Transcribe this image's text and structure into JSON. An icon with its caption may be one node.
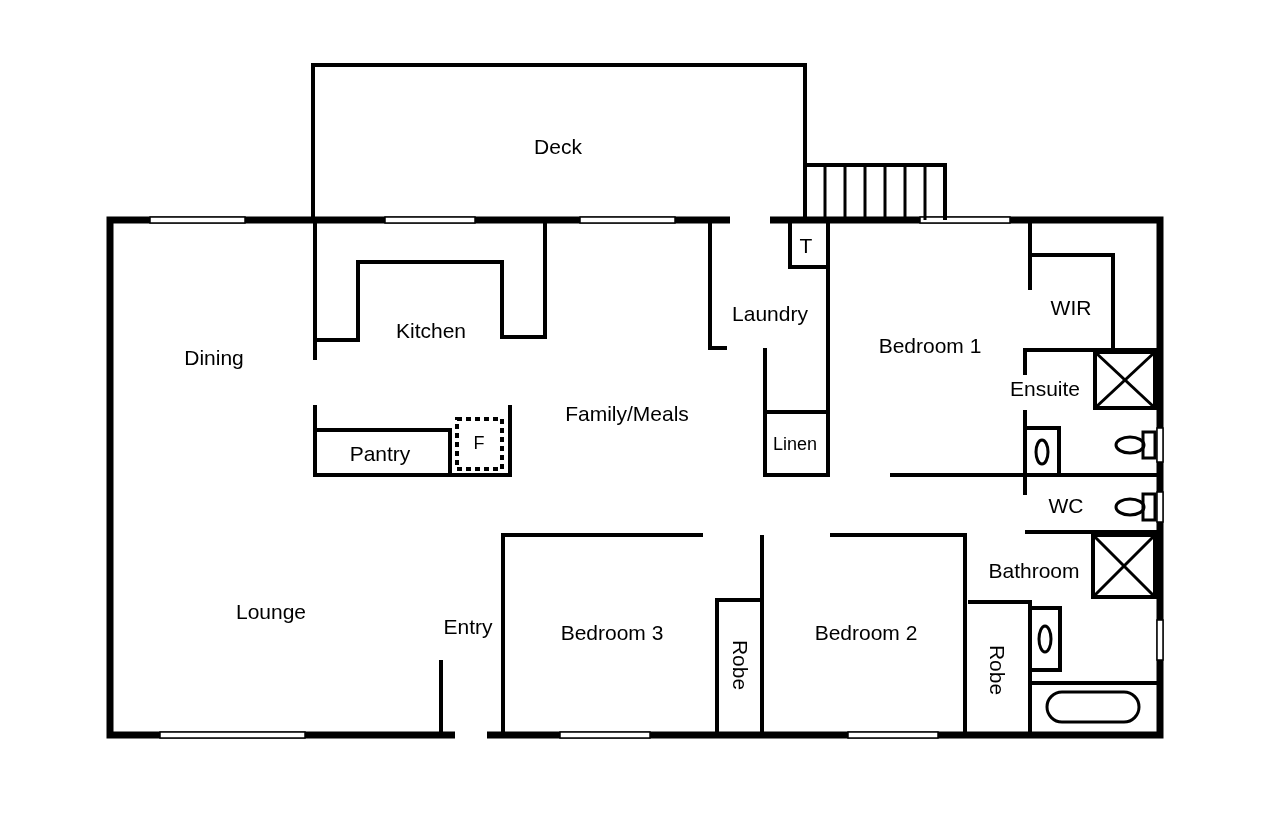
{
  "diagram": {
    "labels": [
      "Deck",
      "T",
      "Dining",
      "Kitchen",
      "Laundry",
      "Bedroom 1",
      "WIR",
      "Ensuite",
      "Family/Meals",
      "Pantry",
      "F",
      "Linen",
      "WC",
      "Bathroom",
      "Lounge",
      "Entry",
      "Bedroom 3",
      "Robe",
      "Bedroom 2",
      "Robe"
    ]
  }
}
